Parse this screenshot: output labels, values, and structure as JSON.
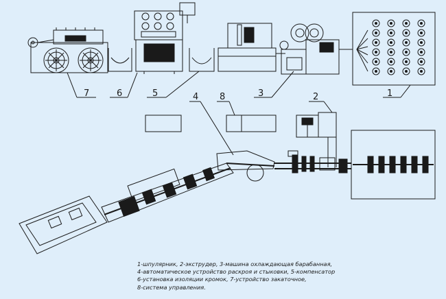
{
  "callouts": [
    {
      "id": "c7",
      "text": "7"
    },
    {
      "id": "c6",
      "text": "6"
    },
    {
      "id": "c5",
      "text": "5"
    },
    {
      "id": "c4",
      "text": "4"
    },
    {
      "id": "c3",
      "text": "3"
    },
    {
      "id": "c8",
      "text": "8"
    },
    {
      "id": "c2",
      "text": "2"
    },
    {
      "id": "c1",
      "text": "1"
    }
  ],
  "legend": [
    "1-шпулярник, 2-экструдер, 3-машина охлаждающая барабанная,",
    "4-автоматическое устройство раскроя и стыковки, 5-компенсатор",
    "6-установка изоляции кромок, 7-устройство закаточное,",
    "8-система управления."
  ],
  "colors": {
    "background": "#dfeefa",
    "ink": "#1a1a1a"
  }
}
